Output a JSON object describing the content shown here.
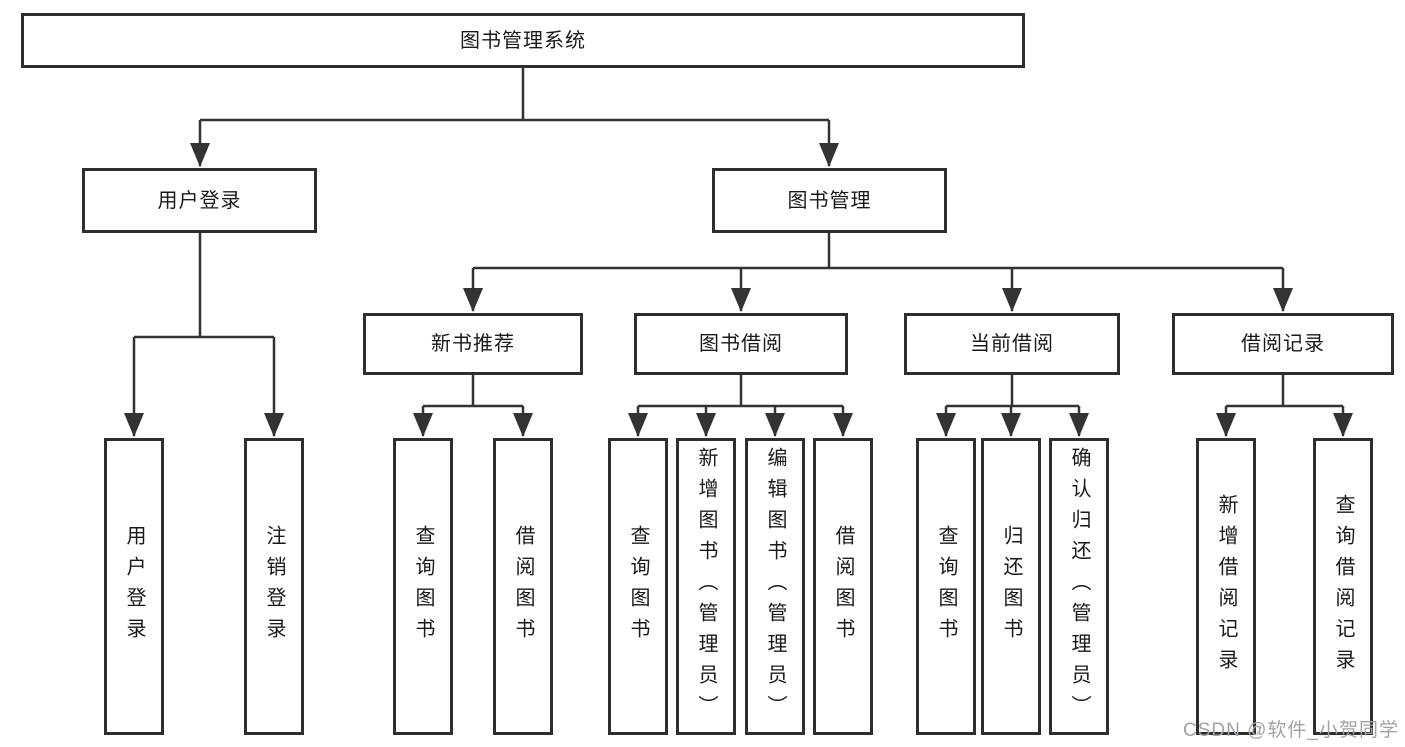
{
  "colors": {
    "line": "#333333",
    "box_border": "#2e2e2e",
    "text": "#1a1a1a",
    "watermark": "#a2a2aa",
    "background": "#ffffff"
  },
  "tree": {
    "root": {
      "label": "图书管理系统"
    },
    "branches": [
      {
        "label": "用户登录",
        "children": [
          {
            "label": "用户登录"
          },
          {
            "label": "注销登录"
          }
        ]
      },
      {
        "label": "图书管理",
        "children": [
          {
            "label": "新书推荐",
            "children": [
              {
                "label": "查询图书"
              },
              {
                "label": "借阅图书"
              }
            ]
          },
          {
            "label": "图书借阅",
            "children": [
              {
                "label": "查询图书"
              },
              {
                "label": "新增图书（管理员）"
              },
              {
                "label": "编辑图书（管理员）"
              },
              {
                "label": "借阅图书"
              }
            ]
          },
          {
            "label": "当前借阅",
            "children": [
              {
                "label": "查询图书"
              },
              {
                "label": "归还图书"
              },
              {
                "label": "确认归还（管理员）"
              }
            ]
          },
          {
            "label": "借阅记录",
            "children": [
              {
                "label": "新增借阅记录"
              },
              {
                "label": "查询借阅记录"
              }
            ]
          }
        ]
      }
    ]
  },
  "watermark": "CSDN @软件_小贺同学"
}
